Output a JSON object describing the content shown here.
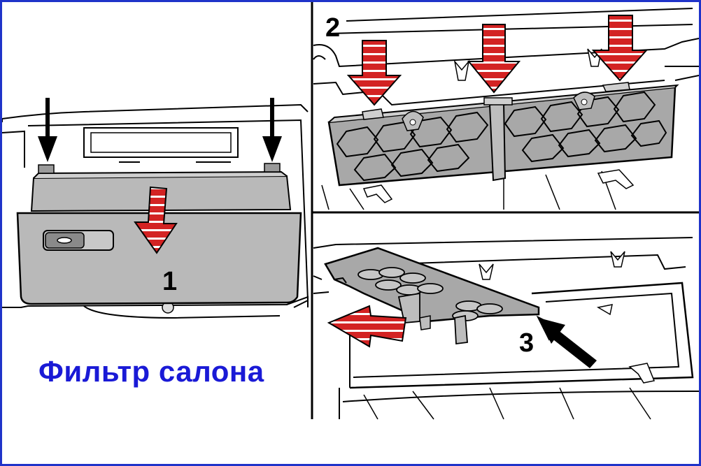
{
  "caption": "Фильтр салона",
  "steps": {
    "s1": "1",
    "s2": "2",
    "s3": "3"
  },
  "colors": {
    "frame": "#1f33c9",
    "caption": "#1a1ad6",
    "arrow_red": "#d32323",
    "part_gray": "#b9b9b9",
    "line": "#000000"
  }
}
